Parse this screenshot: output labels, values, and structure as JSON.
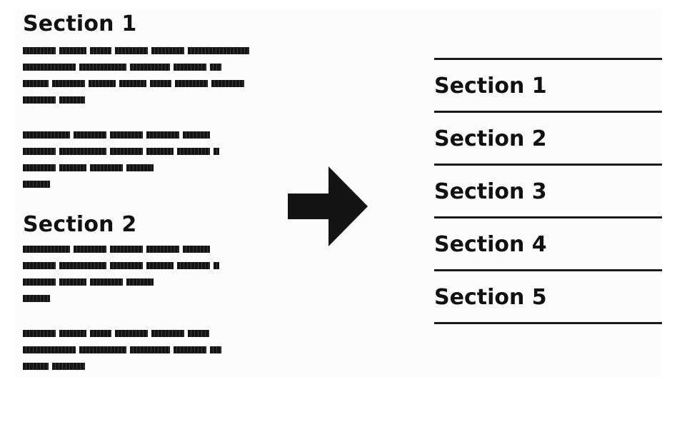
{
  "left_document": {
    "section_1_title": "Section 1",
    "section_2_title": "Section 2"
  },
  "outline": {
    "items": [
      {
        "label": "Section 1"
      },
      {
        "label": "Section 2"
      },
      {
        "label": "Section 3"
      },
      {
        "label": "Section 4"
      },
      {
        "label": "Section 5"
      }
    ]
  },
  "colors": {
    "ink": "#111111",
    "background": "#fcfcfc"
  },
  "icons": {
    "arrow": "arrow-right-icon"
  }
}
